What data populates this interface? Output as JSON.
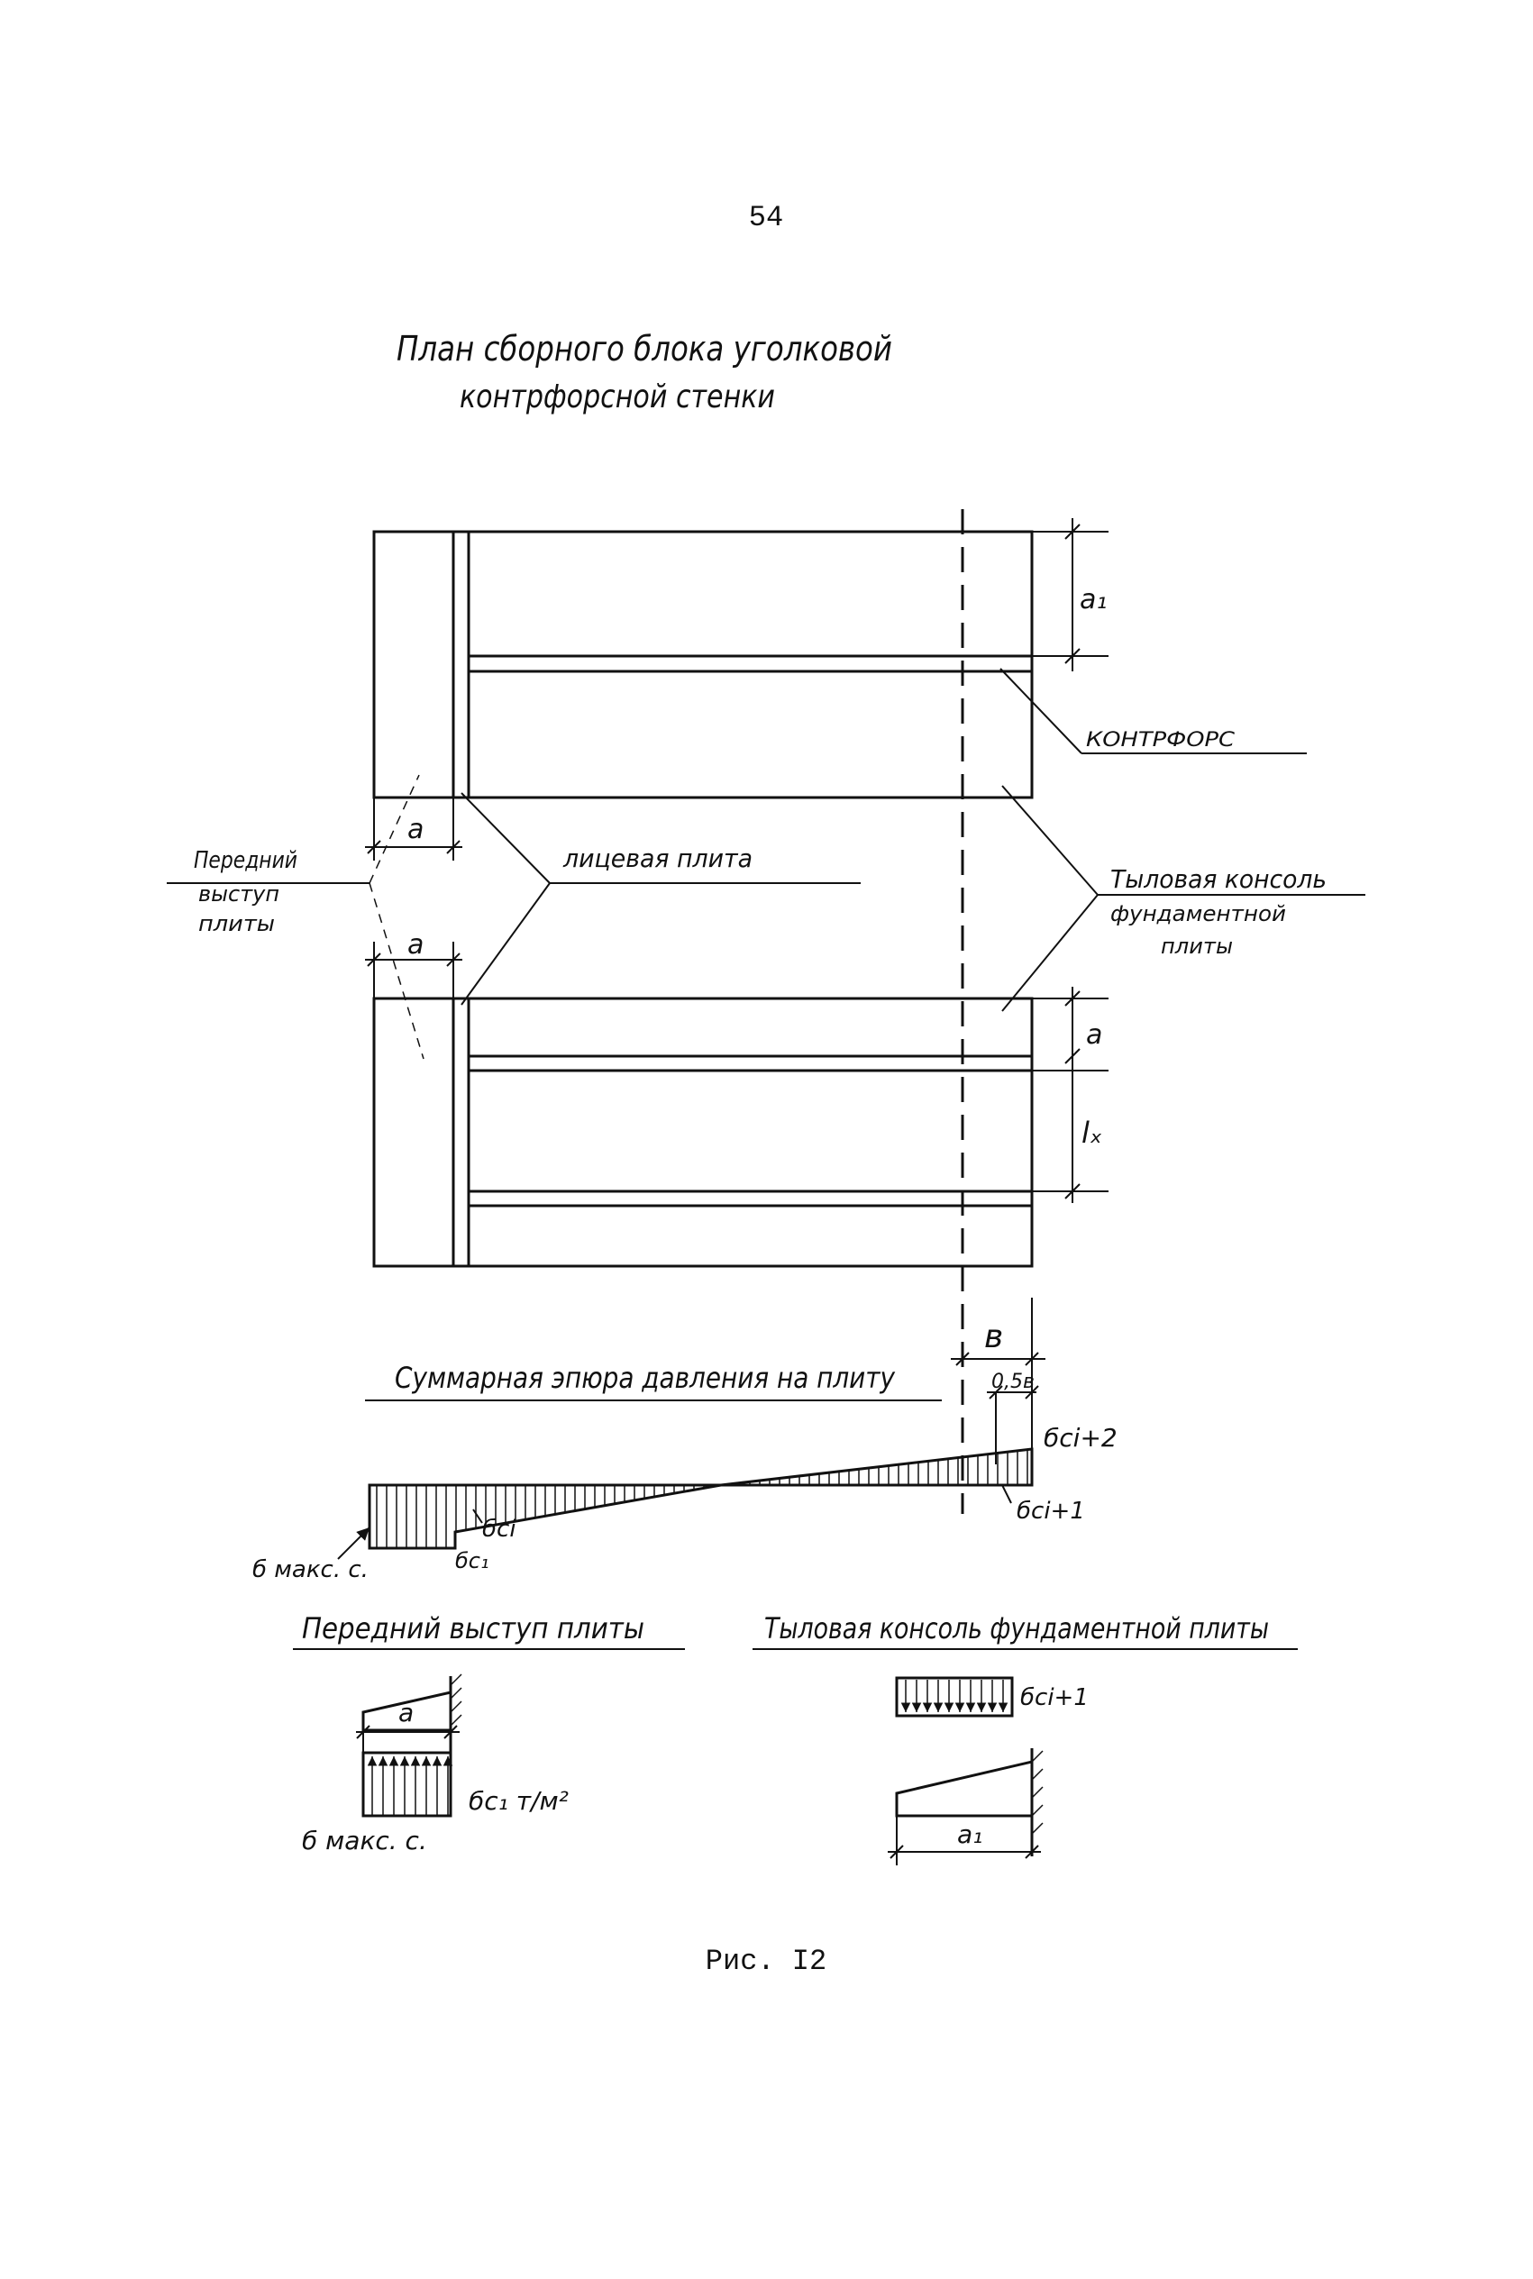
{
  "page_number": "54",
  "title": {
    "line1": "План сборного блока уголковой",
    "line2": "контрфорсной стенки"
  },
  "labels": {
    "a1_top": "a₁",
    "kontrfors": "КОНТРФОРС",
    "front_ledge": [
      "Передний",
      "выступ",
      "плиты"
    ],
    "a_top": "a",
    "a_mid": "a",
    "face_slab": "лицевая плита",
    "rear_console": [
      "Тыловая консоль",
      "фундаментной",
      "плиты"
    ],
    "a_right": "a",
    "lx": "lₓ",
    "b": "в",
    "half_b": "0,5в",
    "sigma_max": "б макс. с.",
    "sigma_c1": "бс₁",
    "sigma_ci": "бсi",
    "sigma_ci1": "бсi+1",
    "sigma_ci2": "бсi+2"
  },
  "pressure_diagram": {
    "title": "Суммарная эпюра давления на плиту"
  },
  "front_section": {
    "title": "Передний выступ плиты",
    "a_label": "a",
    "sigma_c1_label": "бс₁ т/м²",
    "sigma_max_label": "б макс. с."
  },
  "rear_section": {
    "title": "Тыловая консоль фундаментной плиты",
    "sigma_label": "бсi+1",
    "a1_label": "a₁"
  },
  "caption": "Рис. I2"
}
